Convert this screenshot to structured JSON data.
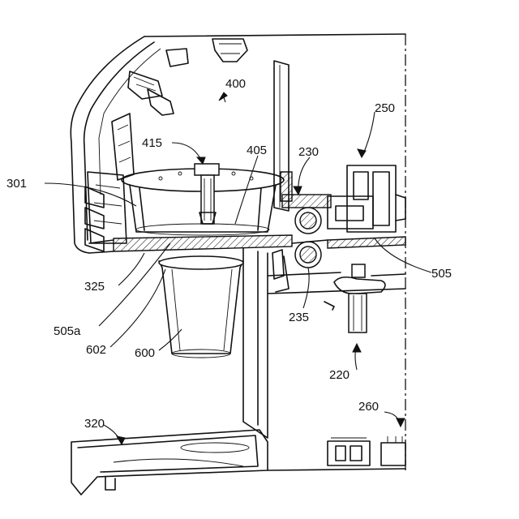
{
  "labels": {
    "l400": "400",
    "l250": "250",
    "l415": "415",
    "l405": "405",
    "l230": "230",
    "l301": "301",
    "l505": "505",
    "l325": "325",
    "l235": "235",
    "l505a": "505a",
    "l602": "602",
    "l600": "600",
    "l220": "220",
    "l260": "260",
    "l320": "320"
  },
  "colors": {
    "line": "#111111",
    "background": "#ffffff"
  }
}
